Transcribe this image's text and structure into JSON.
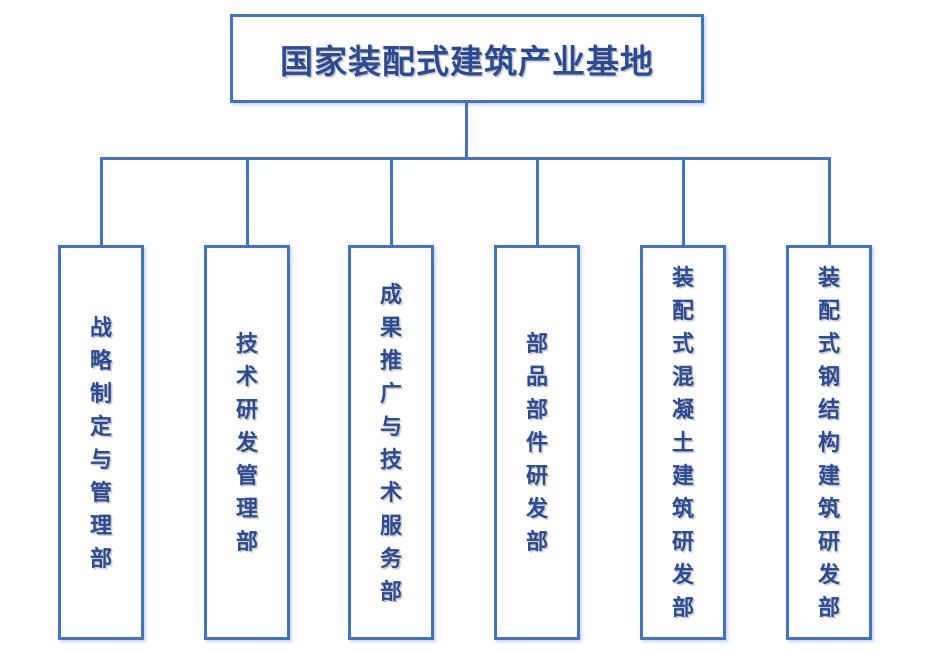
{
  "colors": {
    "line": "#4472C4",
    "text": "#2B4B92",
    "background": "#FFFFFF"
  },
  "root": {
    "label": "国家装配式建筑产业基地"
  },
  "departments": [
    {
      "name": "战略制定与管理部"
    },
    {
      "name": "技术研发管理部"
    },
    {
      "name": "成果推广与技术服务部"
    },
    {
      "name": "部品部件研发部"
    },
    {
      "name": "装配式混凝土建筑研发部"
    },
    {
      "name": "装配式钢结构建筑研发部"
    }
  ]
}
